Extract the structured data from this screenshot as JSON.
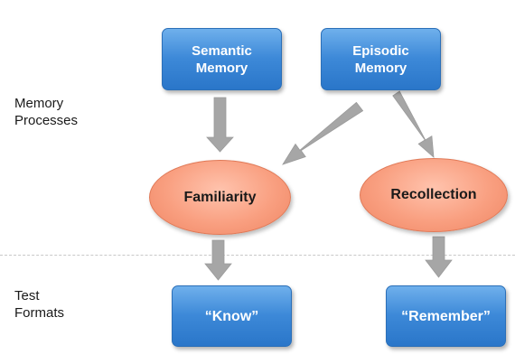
{
  "labels": {
    "memory_processes": [
      "Memory",
      "Processes"
    ],
    "test_formats": [
      "Test",
      "Formats"
    ]
  },
  "boxes": {
    "semantic": [
      "Semantic",
      "Memory"
    ],
    "episodic": [
      "Episodic",
      "Memory"
    ],
    "know": "“Know”",
    "remember": "“Remember”"
  },
  "ovals": {
    "familiarity": "Familiarity",
    "recollection": "Recollection"
  },
  "colors": {
    "box_top": "#6fb0ec",
    "box_bottom": "#2a76c9",
    "oval_fill": "#f99f80",
    "arrow_fill": "#a6a6a6",
    "divider": "#c8c8c8"
  }
}
